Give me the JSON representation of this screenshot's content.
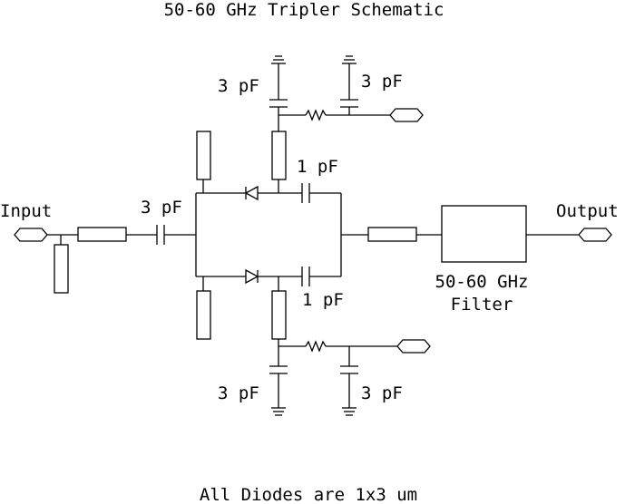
{
  "title": "50-60 GHz Tripler Schematic",
  "footnote": "All Diodes are 1x3 um",
  "ports": {
    "input": "Input",
    "output": "Output"
  },
  "filter": {
    "line1": "50-60 GHz",
    "line2": "Filter"
  },
  "capacitors": {
    "input_series": "3 pF",
    "top_left_bypass": "3 pF",
    "top_right_bypass": "3 pF",
    "top_coupling": "1 pF",
    "bottom_coupling": "1 pF",
    "bottom_left_bypass": "3 pF",
    "bottom_right_bypass": "3 pF"
  }
}
